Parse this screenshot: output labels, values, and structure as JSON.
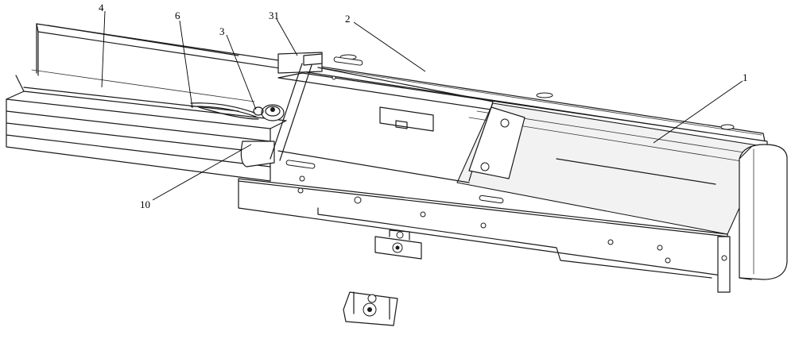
{
  "labels": {
    "l1": "1",
    "l2": "2",
    "l3": "3",
    "l4": "4",
    "l6": "6",
    "l10": "10",
    "l31": "31"
  }
}
